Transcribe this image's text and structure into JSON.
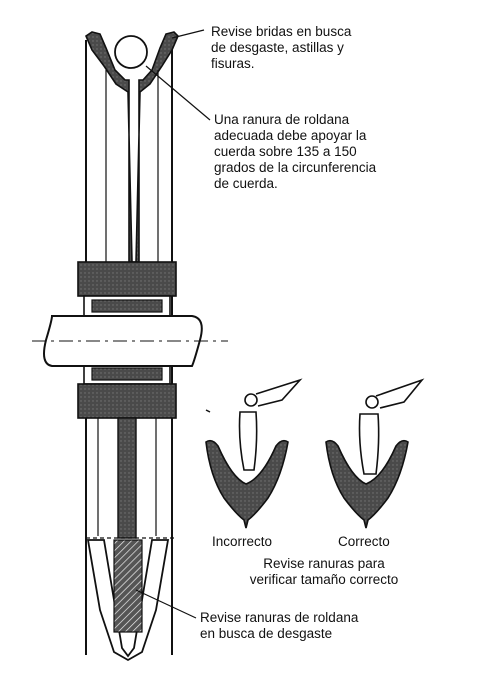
{
  "diagram": {
    "labels": {
      "flanges": "Revise bridas en busca\nde desgaste, astillas y\nfisuras.",
      "groove": "Una ranura de roldana\nadecuada debe apoyar la\ncuerda sobre 135 a 150\ngrados de la circunferencia\nde cuerda.",
      "incorrect": "Incorrecto",
      "correct": "Correcto",
      "check_grooves": "Revise ranuras para\nverificar tamaño correcto",
      "wear": "Revise ranuras de roldana\nen busca de desgaste"
    },
    "colors": {
      "ink": "#111111",
      "metal": "#444444",
      "paper": "#ffffff"
    }
  }
}
